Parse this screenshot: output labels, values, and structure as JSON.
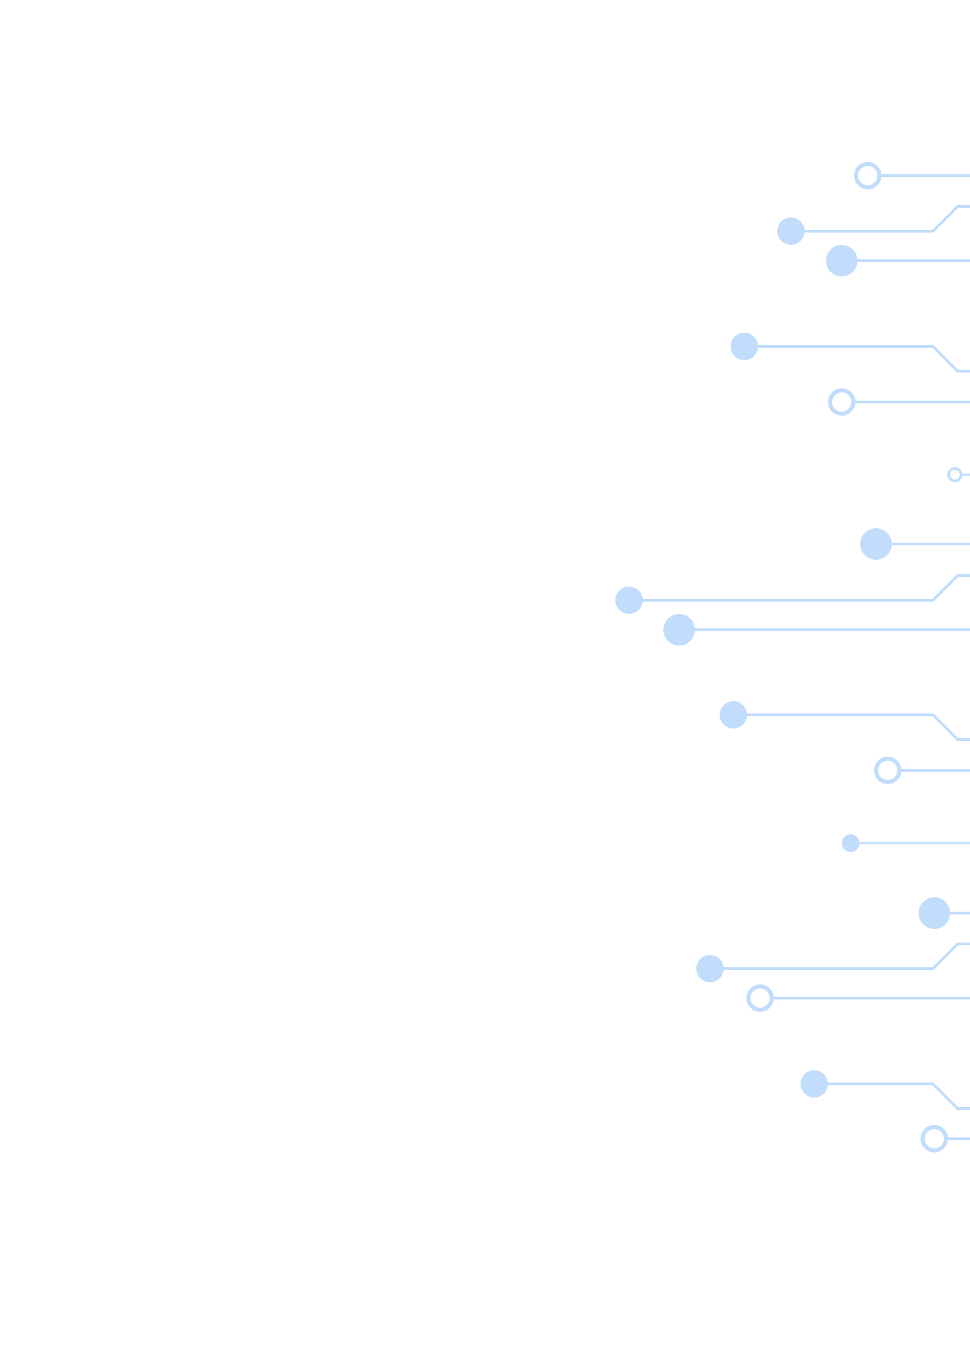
{
  "palette": {
    "background": "#ffffff",
    "trace": "#c2ddfb"
  },
  "motif": {
    "name": "circuit-traces",
    "node_styles": [
      "filled-dot",
      "ring"
    ],
    "trace_shapes": [
      "straight",
      "bend-up",
      "bend-down"
    ]
  }
}
